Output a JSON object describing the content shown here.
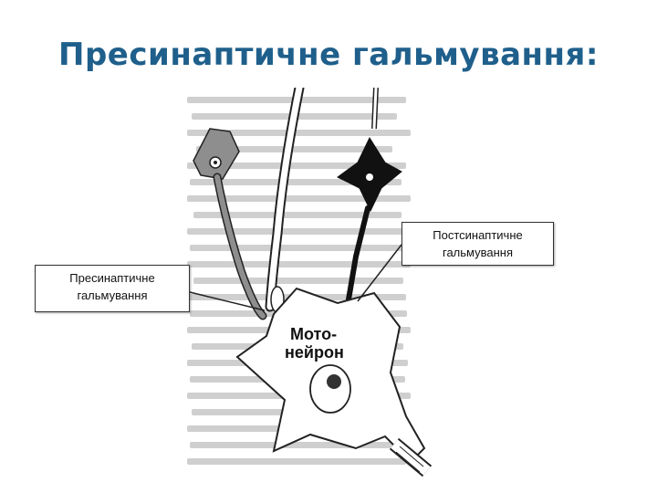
{
  "title": "Пресинаптичне гальмування:",
  "figure": {
    "cell_label_line1": "Мото-",
    "cell_label_line2": "нейрон"
  },
  "callouts": {
    "presynaptic": "Пресинаптичне гальмування",
    "postsynaptic": "Постсинаптичне гальмування"
  }
}
